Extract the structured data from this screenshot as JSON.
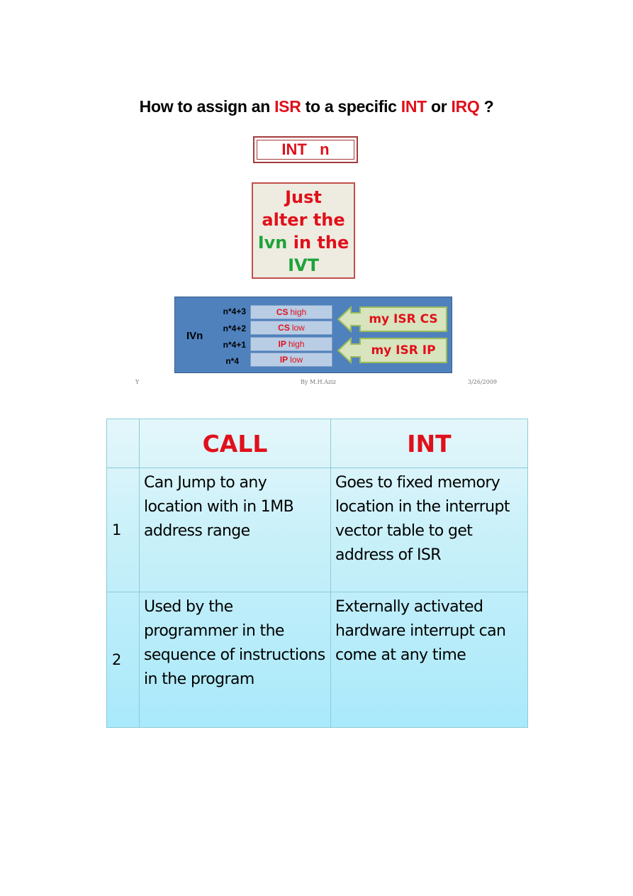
{
  "heading": {
    "part1": "How to assign an ",
    "isr": "ISR",
    "part2": " to a specific ",
    "int": "INT",
    "part3": " or ",
    "irq": "IRQ",
    "part4": " ?"
  },
  "int_box": {
    "label": "INT   n"
  },
  "alter_box": {
    "line1": "Just",
    "line2": "alter the",
    "line3_a": "Ivn",
    "line3_b": " in the",
    "line4": "IVT"
  },
  "ivt": {
    "ivn_label": "IVn",
    "rows": [
      {
        "addr": "n*4+3",
        "bold": "CS",
        "rest": "high"
      },
      {
        "addr": "n*4+2",
        "bold": "CS",
        "rest": "low"
      },
      {
        "addr": "n*4+1",
        "bold": "IP",
        "rest": "high"
      },
      {
        "addr": "n*4",
        "bold": "IP",
        "rest": "low"
      }
    ],
    "arrow_cs": "my ISR CS",
    "arrow_ip": "my ISR IP"
  },
  "footer": {
    "left": "Y",
    "center": "By M.H.Aziz",
    "right": "3/26/2009"
  },
  "table": {
    "header_call": "CALL",
    "header_int": "INT",
    "rows": [
      {
        "num": "1",
        "call": "Can Jump to any location with in 1MB address range",
        "int": "Goes to fixed memory location in the interrupt vector table to get address of  ISR"
      },
      {
        "num": "2",
        "call": "Used by the programmer in the sequence of instructions in the program",
        "int": "Externally activated hardware interrupt can come at any time"
      }
    ]
  },
  "colors": {
    "accent_red": "#e0101b",
    "accent_green": "#1fa33a",
    "diagram_blue": "#4f81bd",
    "table_cyan": "#c8f0f9"
  }
}
